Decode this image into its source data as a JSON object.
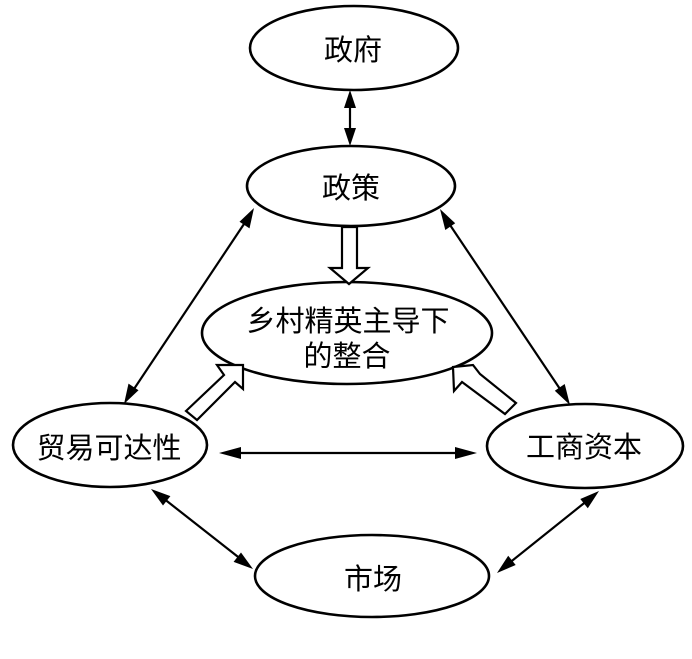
{
  "diagram": {
    "type": "relationship-diagram",
    "colors": {
      "stroke": "#000000",
      "fill": "#ffffff",
      "background": "#ffffff"
    },
    "nodes": {
      "government": {
        "label": "政府"
      },
      "policy": {
        "label": "政策"
      },
      "integration": {
        "label_line1": "乡村精英主导下",
        "label_line2": "的整合"
      },
      "trade_accessibility": {
        "label": "贸易可达性"
      },
      "industrial_commercial_capital": {
        "label": "工商资本"
      },
      "market": {
        "label": "市场"
      }
    },
    "edges": [
      {
        "from": "政府",
        "to": "政策",
        "style": "double-headed-arrow"
      },
      {
        "from": "政策",
        "to": "贸易可达性",
        "style": "double-headed-arrow"
      },
      {
        "from": "政策",
        "to": "工商资本",
        "style": "double-headed-arrow"
      },
      {
        "from": "贸易可达性",
        "to": "工商资本",
        "style": "double-headed-arrow"
      },
      {
        "from": "贸易可达性",
        "to": "市场",
        "style": "double-headed-arrow"
      },
      {
        "from": "工商资本",
        "to": "市场",
        "style": "double-headed-arrow"
      },
      {
        "from": "政策",
        "to": "乡村精英主导下的整合",
        "style": "hollow-block-arrow"
      },
      {
        "from": "贸易可达性",
        "to": "乡村精英主导下的整合",
        "style": "hollow-block-arrow"
      },
      {
        "from": "工商资本",
        "to": "乡村精英主导下的整合",
        "style": "hollow-block-arrow"
      }
    ]
  }
}
